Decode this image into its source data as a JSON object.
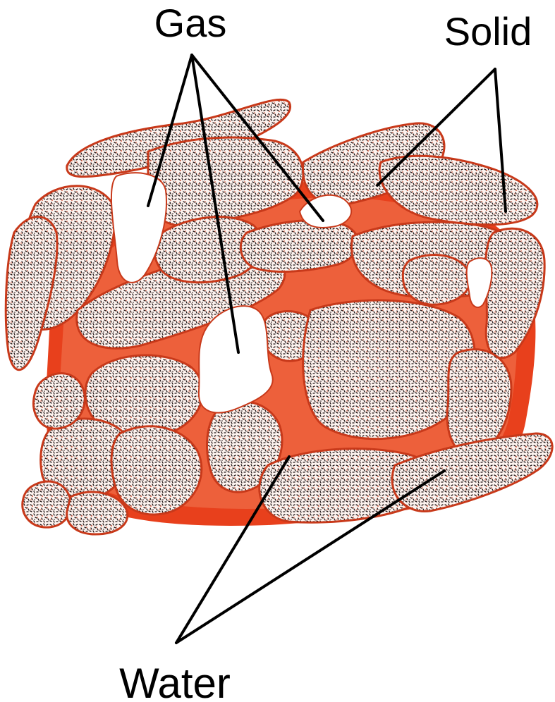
{
  "labels": {
    "gas": "Gas",
    "solid": "Solid",
    "water": "Water"
  },
  "colors": {
    "water": "#e8401c",
    "water_light": "#f07a55",
    "solid_fill": "#ffffff",
    "solid_outline": "#c8391a",
    "speckle": "#1a1010",
    "gas_pore": "#ffffff",
    "leader_line": "#000000"
  }
}
